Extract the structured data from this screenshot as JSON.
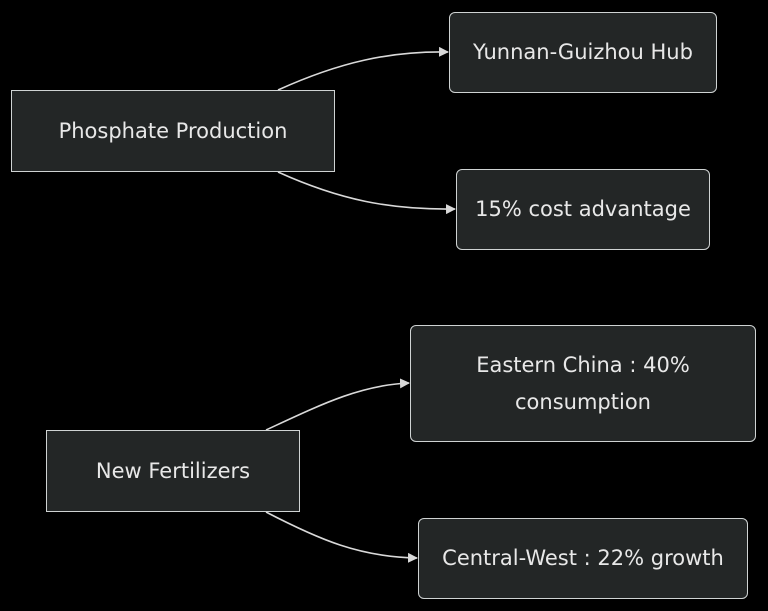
{
  "diagram": {
    "nodes": {
      "phosphate": "Phosphate Production",
      "yunnan": "Yunnan-Guizhou Hub",
      "cost": "15% cost advantage",
      "fertilizers": "New Fertilizers",
      "eastern": "Eastern China : 40% consumption",
      "central": "Central-West : 22% growth"
    },
    "edges": [
      {
        "from": "phosphate",
        "to": "yunnan"
      },
      {
        "from": "phosphate",
        "to": "cost"
      },
      {
        "from": "fertilizers",
        "to": "eastern"
      },
      {
        "from": "fertilizers",
        "to": "central"
      }
    ],
    "colors": {
      "background": "#000000",
      "node_fill": "#232626",
      "node_border": "#cfd3d3",
      "text": "#e8e8e8",
      "edge": "#d9d9d9"
    }
  }
}
